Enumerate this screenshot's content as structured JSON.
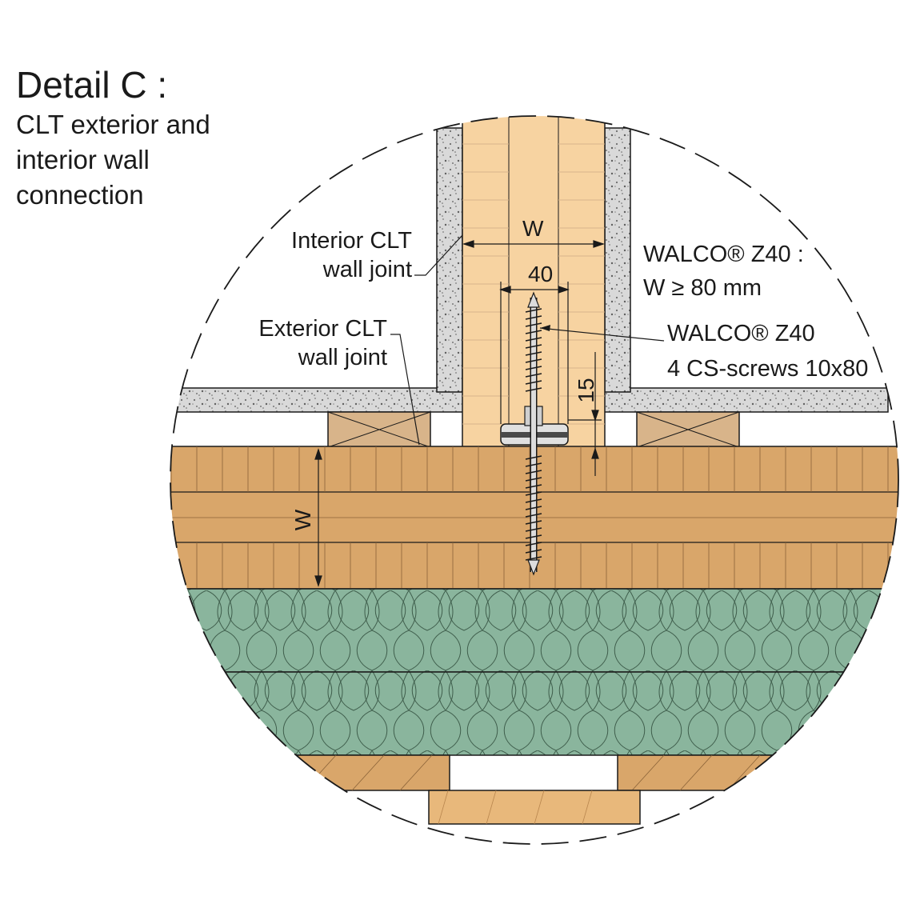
{
  "title": {
    "heading": "Detail C :",
    "subtitle_lines": [
      "CLT exterior and",
      "interior wall",
      "connection"
    ]
  },
  "labels": {
    "interior_joint": [
      "Interior  CLT",
      "wall joint"
    ],
    "exterior_joint": [
      "Exterior CLT",
      "wall joint"
    ],
    "walco_requirement": [
      "WALCO® Z40 :",
      "W ≥ 80 mm"
    ],
    "walco_screws": [
      "WALCO® Z40",
      "4 CS-screws 10x80"
    ]
  },
  "dimensions": {
    "interior_wall_width": "W",
    "exterior_wall_width": "W",
    "plate_width": "40",
    "embed_depth": "15"
  },
  "colors": {
    "clt_light": "#f7d3a1",
    "clt_dark": "#d9a66a",
    "insulation": "#8ab59d",
    "gypsum": "#d9d9d9",
    "batten": "#d8b48a",
    "line": "#1a1a1a"
  }
}
